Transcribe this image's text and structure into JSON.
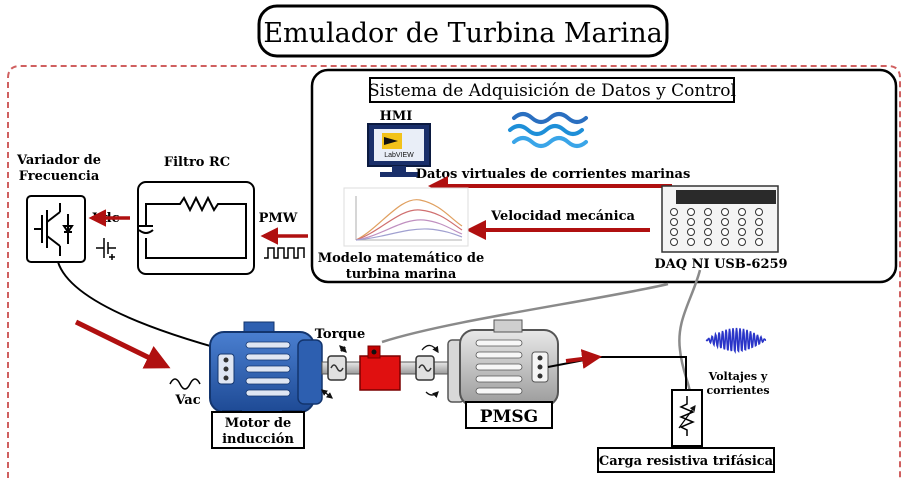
{
  "title": "Emulador de Turbina Marina",
  "daq_system": {
    "title": "Sistema de Adquisición de Datos y Control",
    "hmi_label": "HMI",
    "hmi_screen_text": "LabVIEW",
    "arrow_marine_data": "Datos virtuales de corrientes marinas",
    "arrow_mech_speed": "Velocidad mecánica",
    "model_label_line1": "Modelo matemático de",
    "model_label_line2": "turbina marina",
    "daq_label": "DAQ NI USB-6259"
  },
  "vfd": {
    "label_line1": "Variador de",
    "label_line2": "Frecuencia"
  },
  "filter": {
    "label": "Filtro RC"
  },
  "signals": {
    "vdc": "Vdc",
    "pwm": "PMW",
    "vac": "Vac",
    "torque": "Torque",
    "volt_curr_line1": "Voltajes y",
    "volt_curr_line2": "corrientes"
  },
  "motor": {
    "label_line1": "Motor de",
    "label_line2": "inducción"
  },
  "generator": {
    "label": "PMSG"
  },
  "load": {
    "label": "Carga resistiva trifásica"
  },
  "colors": {
    "red_arrow": "#b01010",
    "dashed_border": "#d06060",
    "motor_blue": "#2d5fb0",
    "torque_red": "#e01010",
    "wave_blue": "#2a35c8"
  }
}
